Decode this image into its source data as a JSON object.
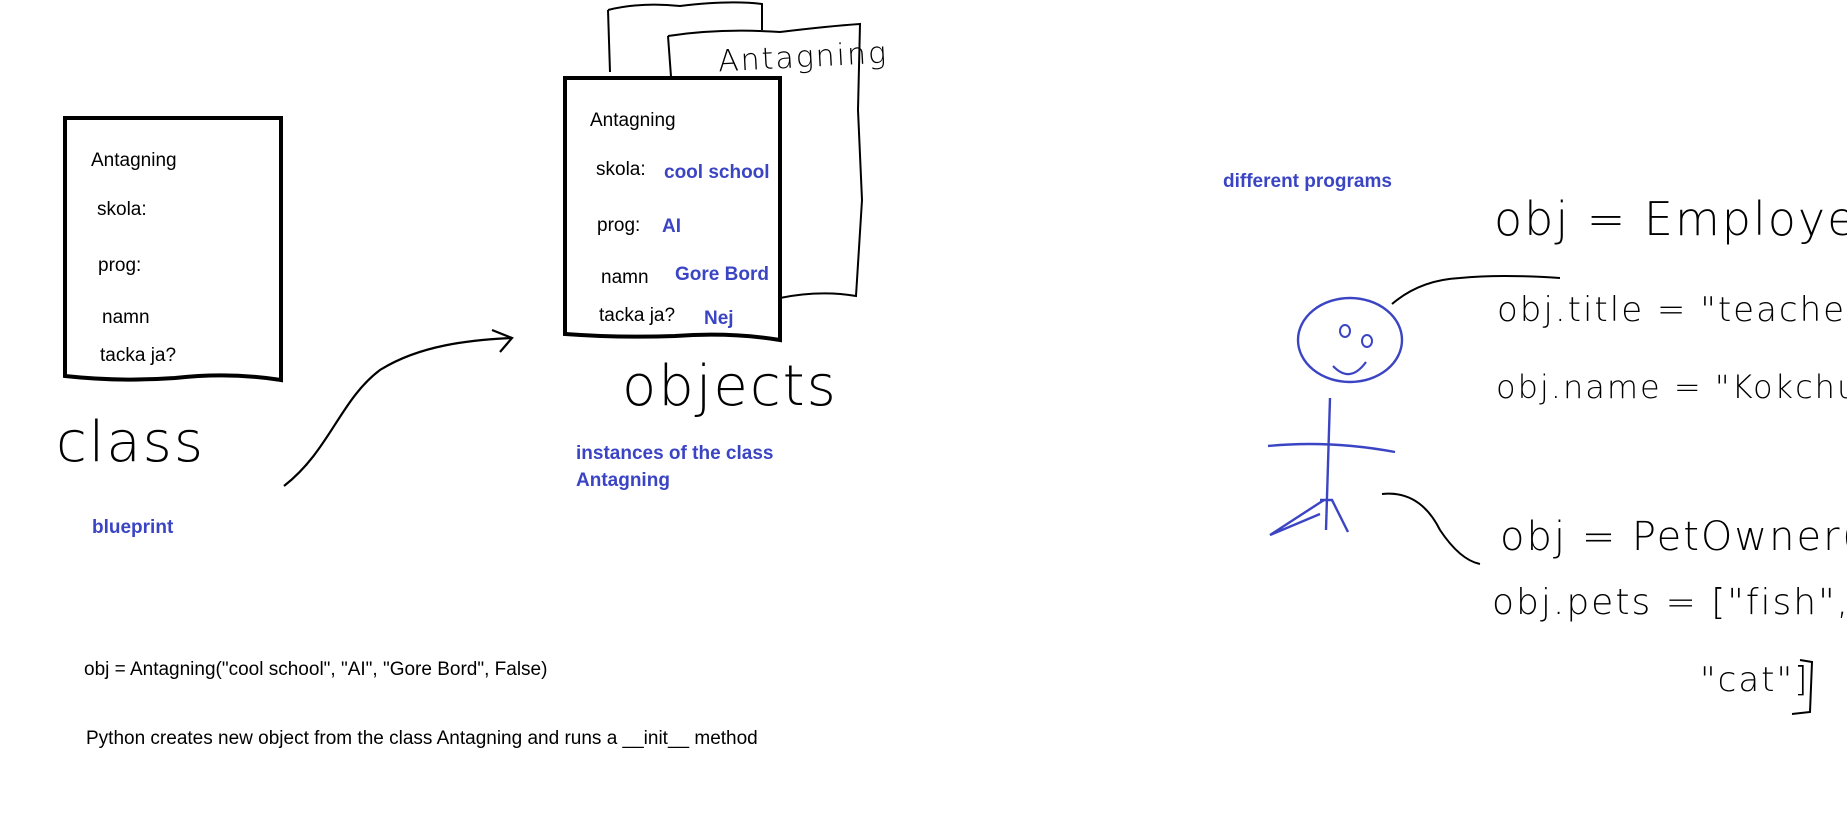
{
  "class_card": {
    "title": "Antagning",
    "skola_label": "skola:",
    "prog_label": "prog:",
    "namn_label": "namn",
    "tacka_label": "tacka ja?"
  },
  "class_caption": "class",
  "blueprint_note": "blueprint",
  "object_card": {
    "title": "Antagning",
    "skola_label": "skola:",
    "skola_value": "cool school",
    "prog_label": "prog:",
    "prog_value": "AI",
    "namn_label": "namn",
    "namn_value": "Gore Bord",
    "tacka_label": "tacka ja?",
    "tacka_value": "Nej"
  },
  "back_card_title": "Antagning",
  "objects_caption": "objects",
  "instances_note_line1": "instances of the class",
  "instances_note_line2": "Antagning",
  "code_line": "obj = Antagning(\"cool school\", \"AI\", \"Gore Bord\", False)",
  "explanation_line": "Python creates new object from the class Antagning and runs a __init__ method",
  "different_programs_note": "different programs",
  "employee_code": [
    "obj = Employee()",
    "obj.title = \"teacher\"",
    "obj.name = \"Kokchu\""
  ],
  "petowner_code": [
    "obj = PetOwner()",
    "obj.pets = [\"fish\",",
    "\"cat\"]"
  ],
  "colors": {
    "ink": "#000000",
    "accent": "#3b45c4"
  }
}
